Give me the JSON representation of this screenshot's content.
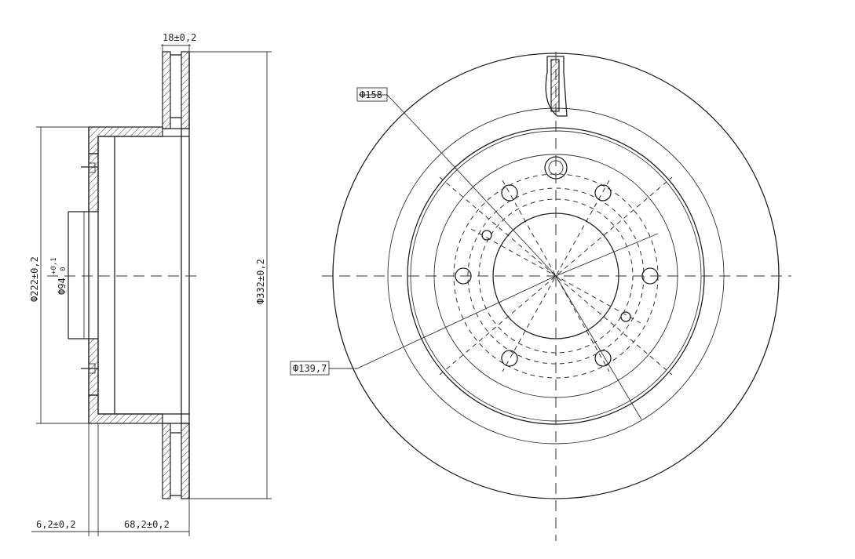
{
  "side_view": {
    "dims": {
      "thickness": "18±0,2",
      "outer_diameter": "Ф332±0,2",
      "hat_diameter": "Ф222±0,2",
      "center_bore": "Ф94",
      "center_bore_tol_upper": "+0,1",
      "center_bore_tol_lower": "0",
      "hat_thickness": "6,2±0,2",
      "height": "68,2±0,2"
    }
  },
  "front_view": {
    "dims": {
      "pcd_outer": "Ф158",
      "pcd_inner": "Ф139,7"
    }
  }
}
